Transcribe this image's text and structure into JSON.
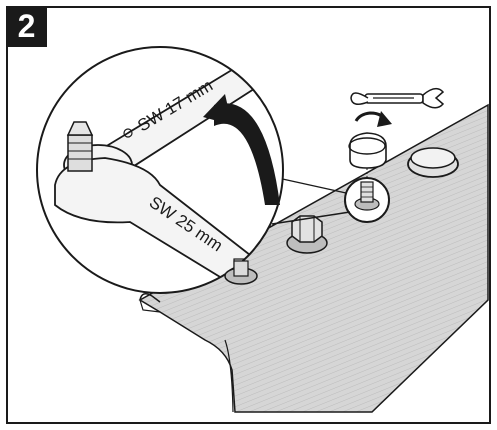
{
  "step": {
    "number": "2"
  },
  "wrench_small": {
    "label": "SW 17 mm"
  },
  "wrench_large": {
    "label": "SW 25 mm"
  },
  "icons": {
    "wrench": "open-end-wrench-icon",
    "rotate": "rotate-arrow-icon",
    "cap": "cover-cap-icon"
  },
  "colors": {
    "ink": "#1a1a1a",
    "roof_panel": "#d4d4d4",
    "metal": "#c9c9c9",
    "background": "#ffffff"
  }
}
